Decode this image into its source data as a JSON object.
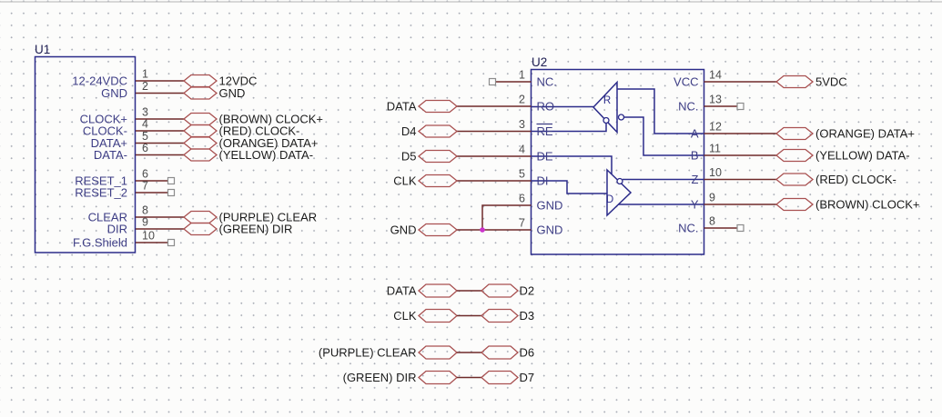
{
  "colors": {
    "wire": "#6e2a2a",
    "symbol_outline": "#2b2b8a",
    "net_label_outline": "#a85050",
    "pin_name": "#3d3d85",
    "pin_number": "#4d4d4d",
    "label_text": "#1c1c1c",
    "junction": "#cc33cc",
    "no_connect": "#8c8c8c"
  },
  "u1": {
    "ref": "U1",
    "pins": [
      {
        "num": "1",
        "name": "12-24VDC",
        "label": "12VDC"
      },
      {
        "num": "2",
        "name": "GND",
        "label": "GND"
      },
      {
        "num": "3",
        "name": "CLOCK+",
        "label": "(BROWN) CLOCK+"
      },
      {
        "num": "4",
        "name": "CLOCK-",
        "label": "(RED) CLOCK-"
      },
      {
        "num": "5",
        "name": "DATA+",
        "label": "(ORANGE) DATA+"
      },
      {
        "num": "6",
        "name": "DATA-",
        "label": "(YELLOW) DATA-"
      },
      {
        "num": "6",
        "name": "RESET_1",
        "label": "",
        "no_connect": true
      },
      {
        "num": "7",
        "name": "RESET_2",
        "label": "",
        "no_connect": true
      },
      {
        "num": "8",
        "name": "CLEAR",
        "label": "(PURPLE) CLEAR"
      },
      {
        "num": "9",
        "name": "DIR",
        "label": "(GREEN) DIR"
      },
      {
        "num": "10",
        "name": "F.G.Shield",
        "label": "",
        "no_connect": true
      }
    ]
  },
  "u2": {
    "ref": "U2",
    "receiver_label": "R",
    "driver_label": "D",
    "left_pins": [
      {
        "num": "1",
        "name": "NC.",
        "label": "",
        "no_connect": true
      },
      {
        "num": "2",
        "name": "RO",
        "label": "DATA"
      },
      {
        "num": "3",
        "name": "RE",
        "label": "D4",
        "overline": true
      },
      {
        "num": "4",
        "name": "DE",
        "label": "D5"
      },
      {
        "num": "5",
        "name": "DI",
        "label": "CLK"
      },
      {
        "num": "6",
        "name": "GND",
        "label": ""
      },
      {
        "num": "7",
        "name": "GND",
        "label": "GND"
      }
    ],
    "right_pins": [
      {
        "num": "14",
        "name": "VCC",
        "label": "5VDC"
      },
      {
        "num": "13",
        "name": "NC.",
        "label": "",
        "no_connect": true
      },
      {
        "num": "12",
        "name": "A",
        "label": "(ORANGE) DATA+"
      },
      {
        "num": "11",
        "name": "B",
        "label": "(YELLOW) DATA-"
      },
      {
        "num": "10",
        "name": "Z",
        "label": "(RED) CLOCK-"
      },
      {
        "num": "9",
        "name": "Y",
        "label": "(BROWN) CLOCK+"
      },
      {
        "num": "8",
        "name": "NC.",
        "label": "",
        "no_connect": true
      }
    ]
  },
  "links": [
    {
      "left": "DATA",
      "right": "D2"
    },
    {
      "left": "CLK",
      "right": "D3"
    },
    {
      "left": "(PURPLE) CLEAR",
      "right": "D6"
    },
    {
      "left": "(GREEN) DIR",
      "right": "D7"
    }
  ]
}
